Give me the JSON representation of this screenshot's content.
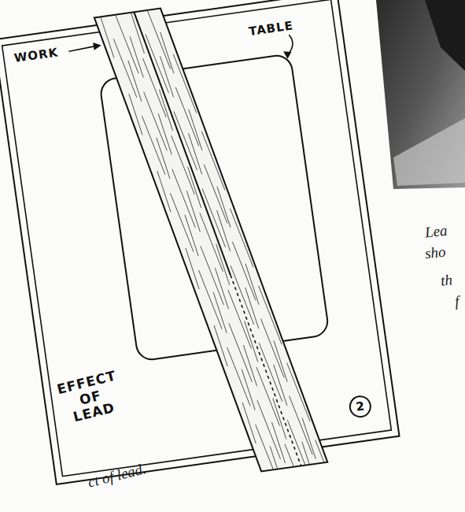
{
  "diagram": {
    "caption": "ct of lead.",
    "nodes": [
      {
        "text": [
          "2"
        ]
      }
    ],
    "labels": [
      "WORK",
      "TABLE",
      "EFFECT OF LEAD",
      "Lea",
      "sho",
      "th",
      "f"
    ]
  }
}
